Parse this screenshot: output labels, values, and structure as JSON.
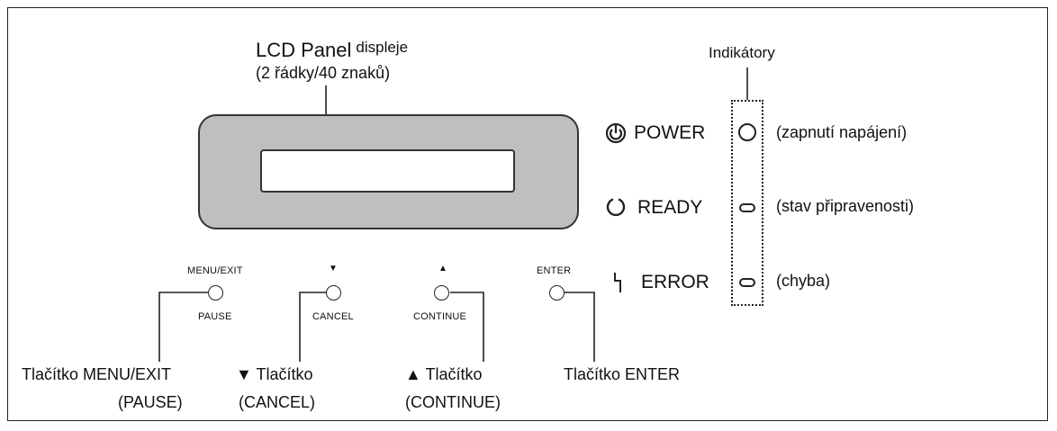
{
  "lcd": {
    "title_main": "LCD Panel",
    "title_suffix": "displeje",
    "subtitle": "(2 řádky/40 znaků)"
  },
  "indicators": {
    "heading": "Indikátory",
    "items": [
      {
        "label": "POWER",
        "desc": "(zapnutí napájení)",
        "icon": "power-icon"
      },
      {
        "label": "READY",
        "desc": "(stav připravenosti)",
        "icon": "ready-ring-icon"
      },
      {
        "label": "ERROR",
        "desc": "(chyba)",
        "icon": "error-bolt-icon"
      }
    ]
  },
  "buttons": {
    "menu_exit": {
      "top": "MENU/EXIT",
      "bottom": "PAUSE",
      "caption1": "Tlačítko MENU/EXIT",
      "caption2": "(PAUSE)"
    },
    "cancel": {
      "top": "▼",
      "bottom": "CANCEL",
      "caption1": "▼ Tlačítko",
      "caption2": "(CANCEL)"
    },
    "continue": {
      "top": "▲",
      "bottom": "CONTINUE",
      "caption1": "▲ Tlačítko",
      "caption2": "(CONTINUE)"
    },
    "enter": {
      "top": "ENTER",
      "caption1": "Tlačítko ENTER"
    }
  }
}
